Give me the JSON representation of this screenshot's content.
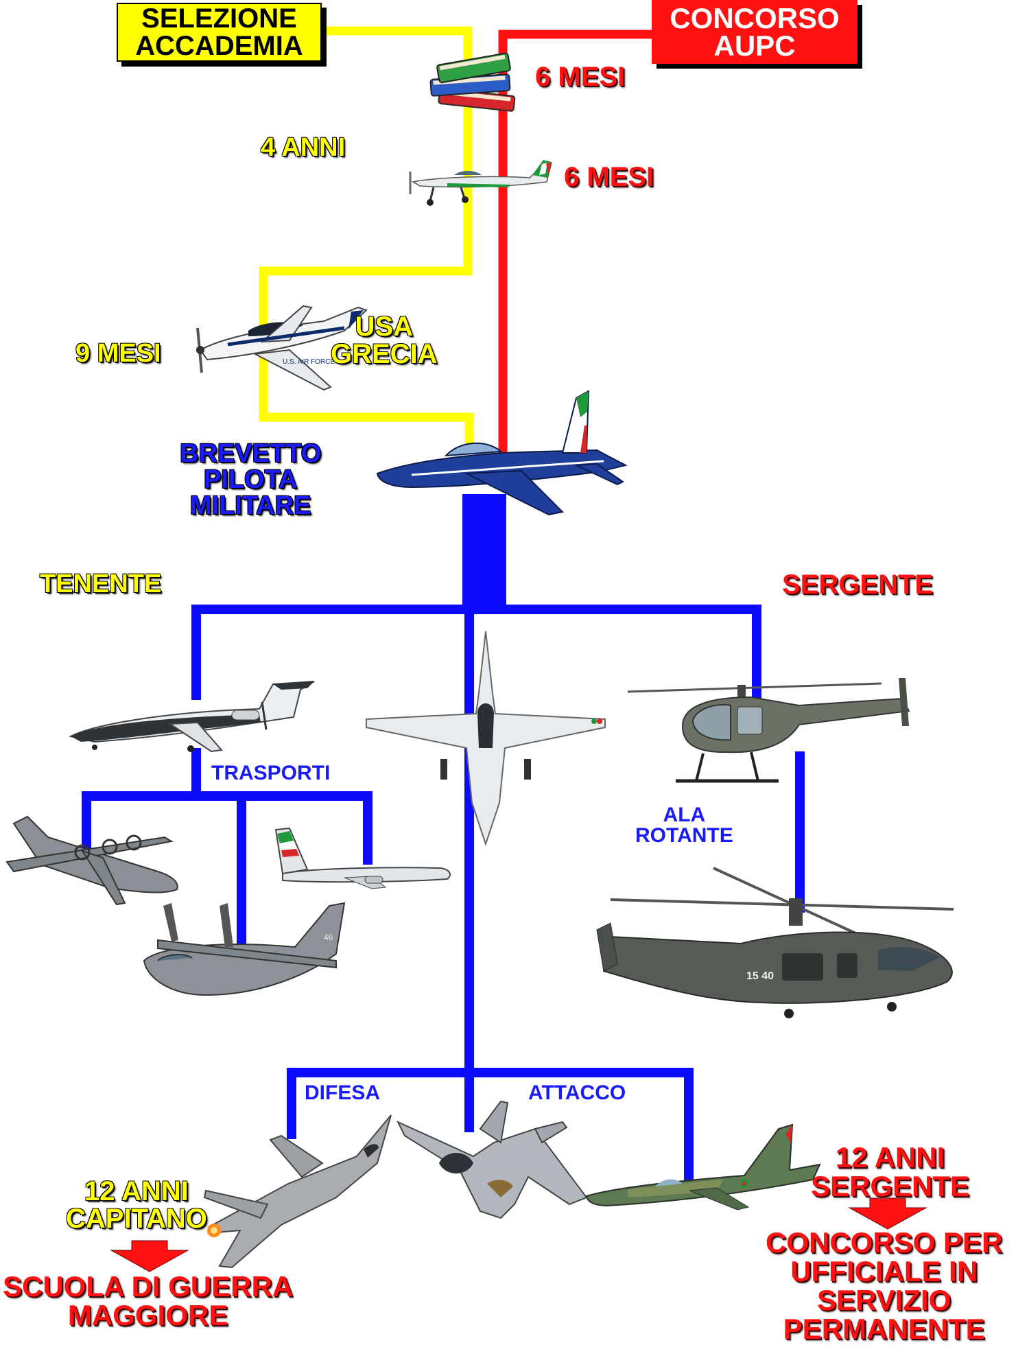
{
  "start": {
    "academy": [
      "SELEZIONE",
      "ACCADEMIA"
    ],
    "aupc": [
      "CONCORSO",
      "AUPC"
    ]
  },
  "steps": {
    "books_duration": "6 MESI",
    "academy_duration": "4 ANNI",
    "light_plane_duration": "6 MESI",
    "abroad_duration": "9 MESI",
    "abroad_countries": [
      "USA",
      "GRECIA"
    ],
    "wings": [
      "BREVETTO",
      "PILOTA",
      "MILITARE"
    ]
  },
  "ranks": {
    "officer": "TENENTE",
    "nco": "SERGENTE"
  },
  "branches": {
    "transport": "TRASPORTI",
    "rotary": [
      "ALA",
      "ROTANTE"
    ],
    "defense": "DIFESA",
    "attack": "ATTACCO"
  },
  "outcomes": {
    "officer_years": [
      "12 ANNI",
      "CAPITANO"
    ],
    "officer_next": [
      "SCUOLA DI GUERRA",
      "MAGGIORE"
    ],
    "nco_years": [
      "12 ANNI",
      "SERGENTE"
    ],
    "nco_next": [
      "CONCORSO PER",
      "UFFICIALE IN",
      "SERVIZIO",
      "PERMANENTE"
    ]
  },
  "colors": {
    "academy_path": "#ffff00",
    "aupc_path": "#ff1111",
    "common_path": "#0b0bff"
  },
  "icons": [
    "books-icon",
    "trainer-plane-icon",
    "turboprop-trainer-icon",
    "jet-trainer-icon",
    "business-plane-icon",
    "cargo-plane-icon",
    "tanker-plane-icon",
    "light-cargo-plane-icon",
    "advanced-jet-trainer-icon",
    "light-helicopter-icon",
    "medium-helicopter-icon",
    "typhoon-fighter-icon",
    "f35-fighter-icon",
    "tornado-bomber-icon",
    "down-arrow-icon"
  ]
}
